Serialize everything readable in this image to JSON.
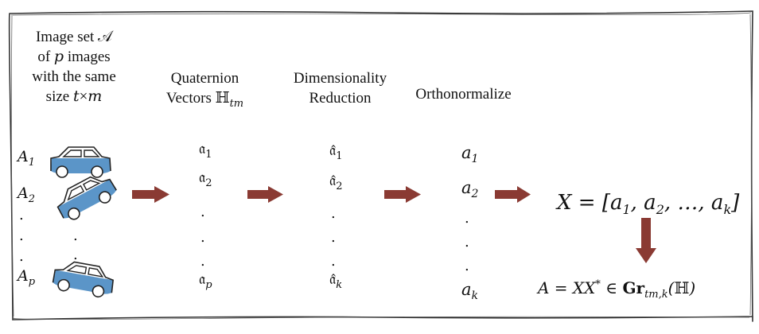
{
  "frame": {
    "stroke": "#333333"
  },
  "arrow_color": "#8a3a33",
  "car_fill": "#5b95c8",
  "columns": {
    "images": {
      "heading": [
        "Image set 𝒜",
        "of 𝑝 images",
        "with the same",
        "size 𝑡×𝑚"
      ],
      "labels": [
        "A1",
        "A2",
        "Ap"
      ],
      "label_parts": [
        {
          "base": "A",
          "sub": "1"
        },
        {
          "base": "A",
          "sub": "2"
        },
        {
          "base": "A",
          "sub": "p"
        }
      ]
    },
    "quaternion": {
      "heading": [
        "Quaternion",
        "Vectors ℍ"
      ],
      "heading_sub": "tm",
      "items": [
        {
          "base": "𝔞",
          "sub": "1"
        },
        {
          "base": "𝔞",
          "sub": "2"
        },
        {
          "base": "𝔞",
          "sub": "p"
        }
      ]
    },
    "reduction": {
      "heading": [
        "Dimensionality",
        "Reduction"
      ],
      "items": [
        {
          "base": "𝔞̂",
          "sub": "1"
        },
        {
          "base": "𝔞̂",
          "sub": "2"
        },
        {
          "base": "𝔞̂",
          "sub": "k"
        }
      ]
    },
    "orthonormalize": {
      "heading": [
        "Orthonormalize"
      ],
      "items": [
        {
          "base": "a",
          "sub": "1"
        },
        {
          "base": "a",
          "sub": "2"
        },
        {
          "base": "a",
          "sub": "k"
        }
      ]
    }
  },
  "result": {
    "matrix": "X = [a1, a2, …, ak]",
    "grassmann": "A = XX* ∈ Grtm,k(ℍ)"
  }
}
